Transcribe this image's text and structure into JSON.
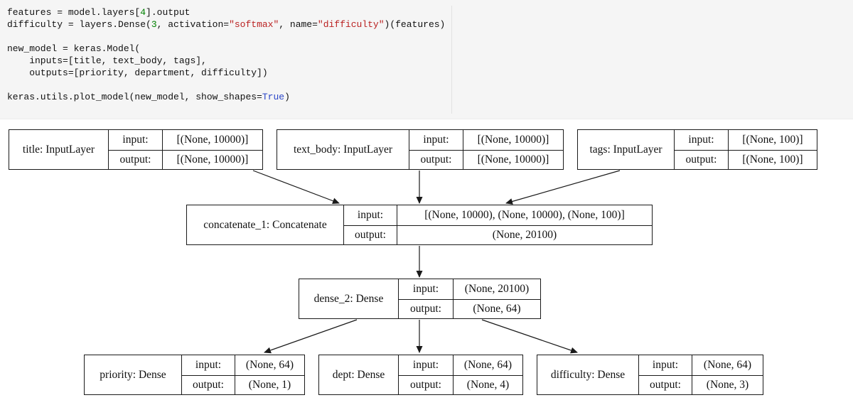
{
  "code_cell": {
    "l1": [
      "features = model.layers[",
      "4",
      "].output"
    ],
    "l2": [
      "difficulty = layers.Dense(",
      "3",
      ", activation=",
      "\"softmax\"",
      ", name=",
      "\"difficulty\"",
      ")(features)"
    ],
    "l3": "",
    "l4": "new_model = keras.Model(",
    "l5": "    inputs=[title, text_body, tags],",
    "l6": "    outputs=[priority, department, difficulty])",
    "l7": "",
    "l8": [
      "keras.utils.plot_model(new_model, show_shapes=",
      "True",
      ")"
    ]
  },
  "colors": {
    "code_background": "#f5f5f5",
    "number_token": "#008000",
    "string_token": "#ba2121",
    "keyword_token": "#2b46c8",
    "node_border": "#1a1a1a"
  },
  "diagram": {
    "io_labels": {
      "input": "input:",
      "output": "output:"
    },
    "nodes": [
      {
        "name": "title: InputLayer",
        "input": "[(None, 10000)]",
        "output": "[(None, 10000)]"
      },
      {
        "name": "text_body: InputLayer",
        "input": "[(None, 10000)]",
        "output": "[(None, 10000)]"
      },
      {
        "name": "tags: InputLayer",
        "input": "[(None, 100)]",
        "output": "[(None, 100)]"
      },
      {
        "name": "concatenate_1: Concatenate",
        "input": "[(None, 10000), (None, 10000), (None, 100)]",
        "output": "(None, 20100)"
      },
      {
        "name": "dense_2: Dense",
        "input": "(None, 20100)",
        "output": "(None, 64)"
      },
      {
        "name": "priority: Dense",
        "input": "(None, 64)",
        "output": "(None, 1)"
      },
      {
        "name": "dept: Dense",
        "input": "(None, 64)",
        "output": "(None, 4)"
      },
      {
        "name": "difficulty: Dense",
        "input": "(None, 64)",
        "output": "(None, 3)"
      }
    ]
  }
}
